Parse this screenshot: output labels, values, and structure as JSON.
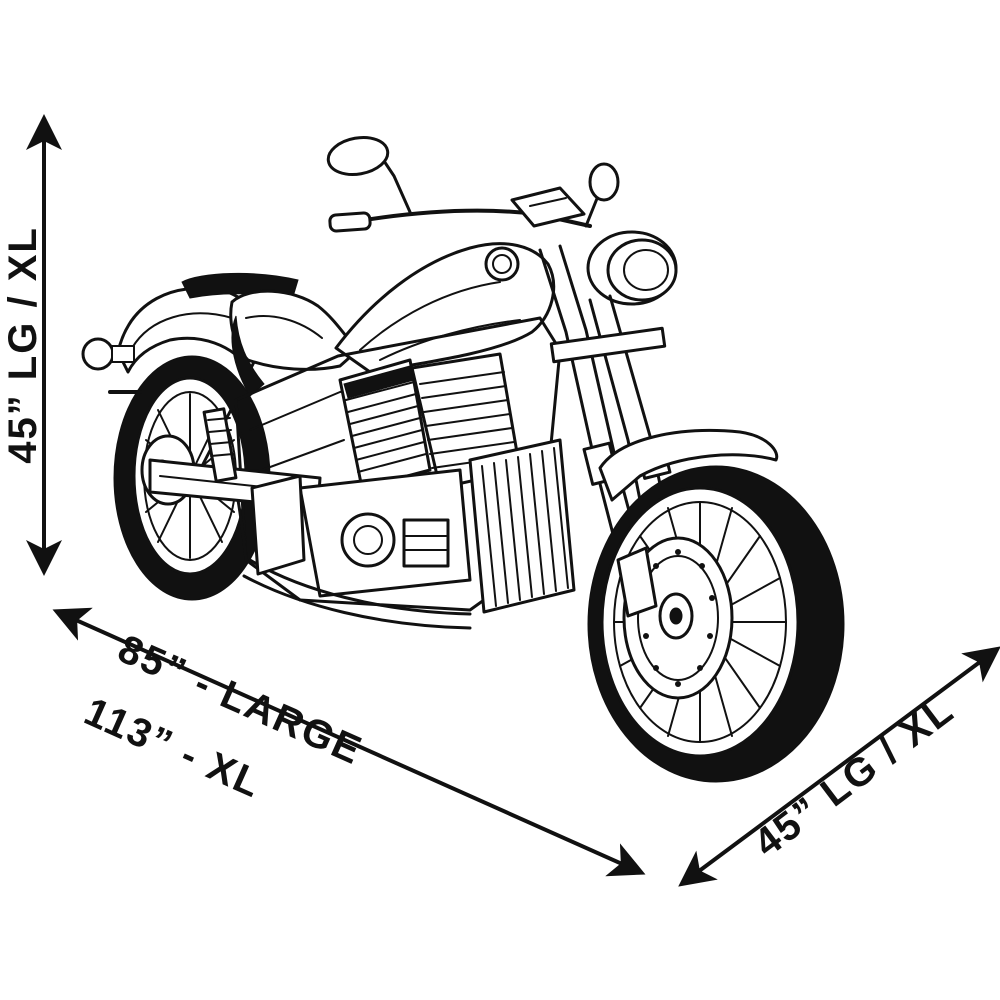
{
  "dimensions": {
    "height_label": "45”  LG / XL",
    "length_label_large": "85”  - LARGE",
    "length_label_xl": "113”  - XL",
    "width_label": "45”  LG / XL"
  },
  "colors": {
    "ink": "#111111",
    "paper": "#ffffff"
  },
  "illustration": "motorcycle-line-drawing"
}
